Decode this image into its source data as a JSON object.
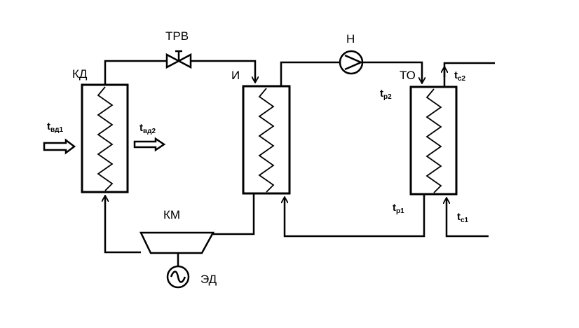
{
  "labels": {
    "condenser": "КД",
    "expansion_valve": "ТРВ",
    "evaporator": "И",
    "pump": "Н",
    "heat_exchanger": "ТО",
    "compressor": "КМ",
    "motor": "ЭД"
  },
  "temps": {
    "t_vd1": {
      "base": "t",
      "sub": "вд1"
    },
    "t_vd2": {
      "base": "t",
      "sub": "вд2"
    },
    "t_r1": {
      "base": "t",
      "sub": "р1"
    },
    "t_r2": {
      "base": "t",
      "sub": "р2"
    },
    "t_c1": {
      "base": "t",
      "sub": "с1"
    },
    "t_c2": {
      "base": "t",
      "sub": "с2"
    }
  },
  "colors": {
    "line": "#000000",
    "background": "#ffffff"
  }
}
